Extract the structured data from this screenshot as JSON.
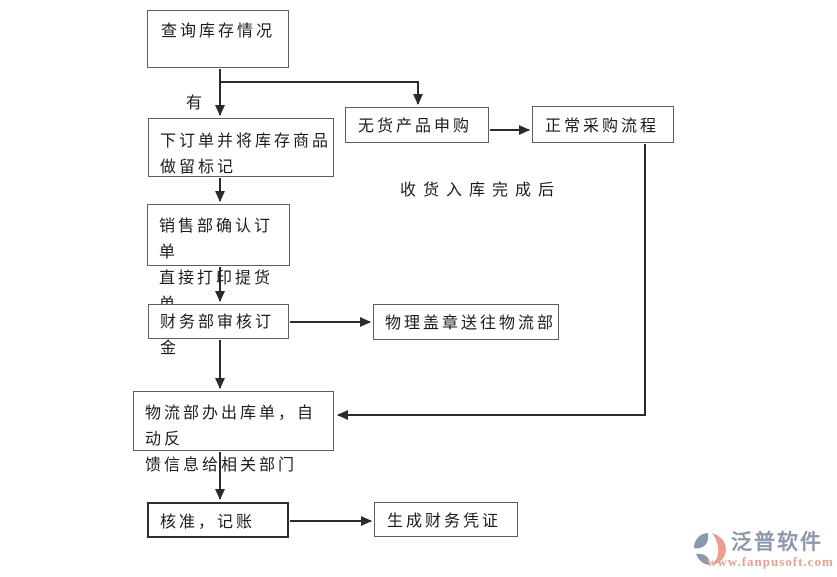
{
  "flowchart": {
    "nodes": {
      "query_inventory": {
        "label": "查询库存情况"
      },
      "place_order": {
        "label": "下订单并将库存商品\n做留标记"
      },
      "no_stock_request": {
        "label": "无货产品申购"
      },
      "normal_procurement": {
        "label": "正常采购流程"
      },
      "sales_confirm": {
        "label": "销售部确认订单\n直接打印提货单"
      },
      "finance_review": {
        "label": "财务部审核订金"
      },
      "stamp_logistics": {
        "label": "物理盖章送往物流部"
      },
      "logistics_outbound": {
        "label": "物流部办出库单，自动反\n馈信息给相关部门"
      },
      "approve_bookkeeping": {
        "label": "核准，记账"
      },
      "financial_voucher": {
        "label": "生成财务凭证"
      }
    },
    "edge_labels": {
      "has_stock": "有",
      "after_receiving_storage": "收货入库完成后"
    },
    "line_color": "#2b2b2b"
  },
  "branding": {
    "name": "泛普软件",
    "url": "www.fanpusoft.com",
    "name_color": "#8b99b0",
    "url_color": "#e9a08f"
  }
}
